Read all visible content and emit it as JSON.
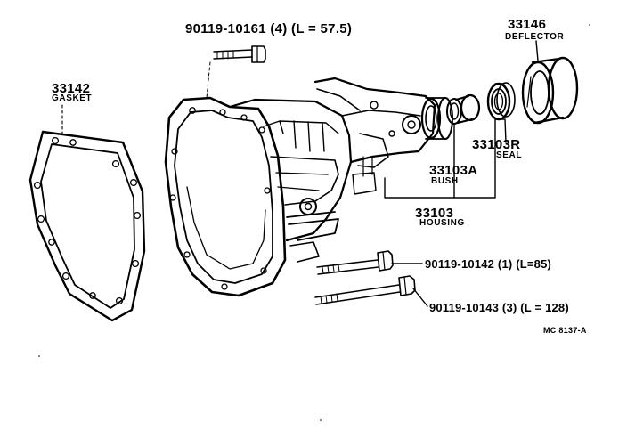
{
  "parts": {
    "gasket": {
      "number": "33142",
      "name": "GASKET"
    },
    "deflector": {
      "number": "33146",
      "name": "DEFLECTOR"
    },
    "seal": {
      "number": "33103R",
      "name": "SEAL"
    },
    "bush": {
      "number": "33103A",
      "name": "BUSH"
    },
    "housing": {
      "number": "33103",
      "name": "HOUSING"
    }
  },
  "bolts": {
    "top": "90119-10161 (4) (L = 57.5)",
    "middle": "90119-10142 (1) (L=85)",
    "lower": "90119-10143 (3) (L = 128)"
  },
  "drawing_code": "MC 8137-A"
}
